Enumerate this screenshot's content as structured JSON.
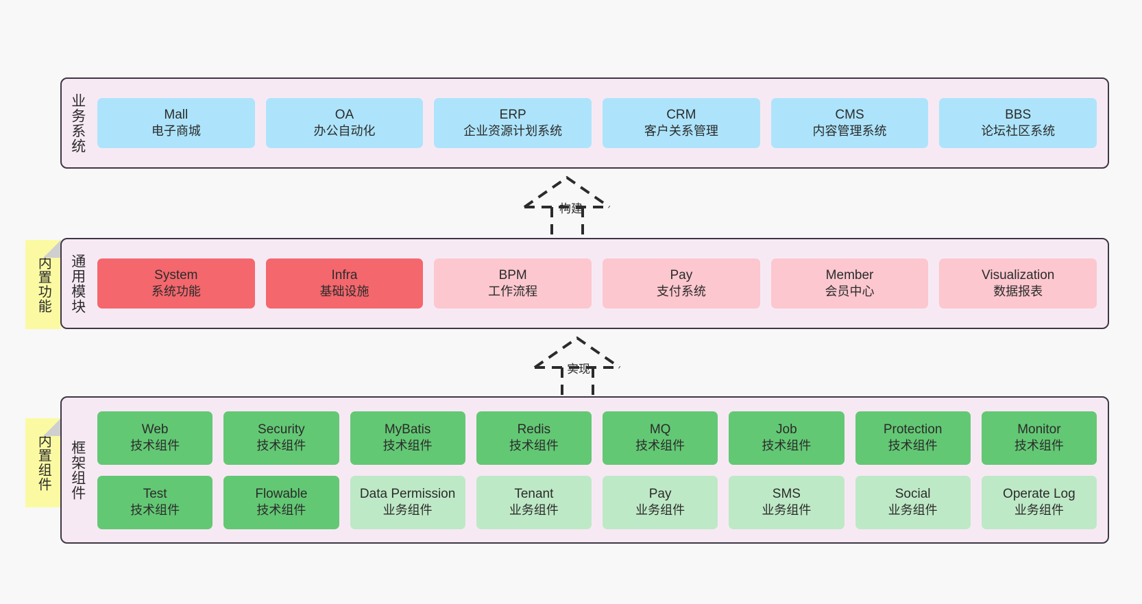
{
  "diagram": {
    "background": "#f8f8f8",
    "panel_background": "#f7e9f4",
    "panel_border": "#3c3743",
    "note_background": "#fbfaa3",
    "colors": {
      "business_system": "#ade4fb",
      "core_module": "#f4676d",
      "optional_module": "#fcc7ce",
      "tech_component": "#63c874",
      "business_component": "#bee9c6"
    }
  },
  "notes": [
    {
      "id": "built-in-functions",
      "label": "内置功能"
    },
    {
      "id": "built-in-components",
      "label": "内置组件"
    }
  ],
  "connectors": [
    {
      "id": "build",
      "label": "构建",
      "style": "dashed-hollow-triangle-up"
    },
    {
      "id": "implement",
      "label": "实现",
      "style": "dashed-hollow-triangle-up"
    }
  ],
  "layers": [
    {
      "id": "business-system",
      "title": "业务系统",
      "rows": [
        {
          "cards": [
            {
              "title": "Mall",
              "sub": "电子商城",
              "color": "blue"
            },
            {
              "title": "OA",
              "sub": "办公自动化",
              "color": "blue"
            },
            {
              "title": "ERP",
              "sub": "企业资源计划系统",
              "color": "blue"
            },
            {
              "title": "CRM",
              "sub": "客户关系管理",
              "color": "blue"
            },
            {
              "title": "CMS",
              "sub": "内容管理系统",
              "color": "blue"
            },
            {
              "title": "BBS",
              "sub": "论坛社区系统",
              "color": "blue"
            }
          ]
        }
      ]
    },
    {
      "id": "common-modules",
      "title": "通用模块",
      "rows": [
        {
          "cards": [
            {
              "title": "System",
              "sub": "系统功能",
              "color": "red"
            },
            {
              "title": "Infra",
              "sub": "基础设施",
              "color": "red"
            },
            {
              "title": "BPM",
              "sub": "工作流程",
              "color": "pink"
            },
            {
              "title": "Pay",
              "sub": "支付系统",
              "color": "pink"
            },
            {
              "title": "Member",
              "sub": "会员中心",
              "color": "pink"
            },
            {
              "title": "Visualization",
              "sub": "数据报表",
              "color": "pink"
            }
          ]
        }
      ]
    },
    {
      "id": "framework-components",
      "title": "框架组件",
      "rows": [
        {
          "cards": [
            {
              "title": "Web",
              "sub": "技术组件",
              "color": "green"
            },
            {
              "title": "Security",
              "sub": "技术组件",
              "color": "green"
            },
            {
              "title": "MyBatis",
              "sub": "技术组件",
              "color": "green"
            },
            {
              "title": "Redis",
              "sub": "技术组件",
              "color": "green"
            },
            {
              "title": "MQ",
              "sub": "技术组件",
              "color": "green"
            },
            {
              "title": "Job",
              "sub": "技术组件",
              "color": "green"
            },
            {
              "title": "Protection",
              "sub": "技术组件",
              "color": "green"
            },
            {
              "title": "Monitor",
              "sub": "技术组件",
              "color": "green"
            }
          ]
        },
        {
          "cards": [
            {
              "title": "Test",
              "sub": "技术组件",
              "color": "green"
            },
            {
              "title": "Flowable",
              "sub": "技术组件",
              "color": "green"
            },
            {
              "title": "Data Permission",
              "sub": "业务组件",
              "color": "lightgreen"
            },
            {
              "title": "Tenant",
              "sub": "业务组件",
              "color": "lightgreen"
            },
            {
              "title": "Pay",
              "sub": "业务组件",
              "color": "lightgreen"
            },
            {
              "title": "SMS",
              "sub": "业务组件",
              "color": "lightgreen"
            },
            {
              "title": "Social",
              "sub": "业务组件",
              "color": "lightgreen"
            },
            {
              "title": "Operate Log",
              "sub": "业务组件",
              "color": "lightgreen"
            }
          ]
        }
      ]
    }
  ]
}
